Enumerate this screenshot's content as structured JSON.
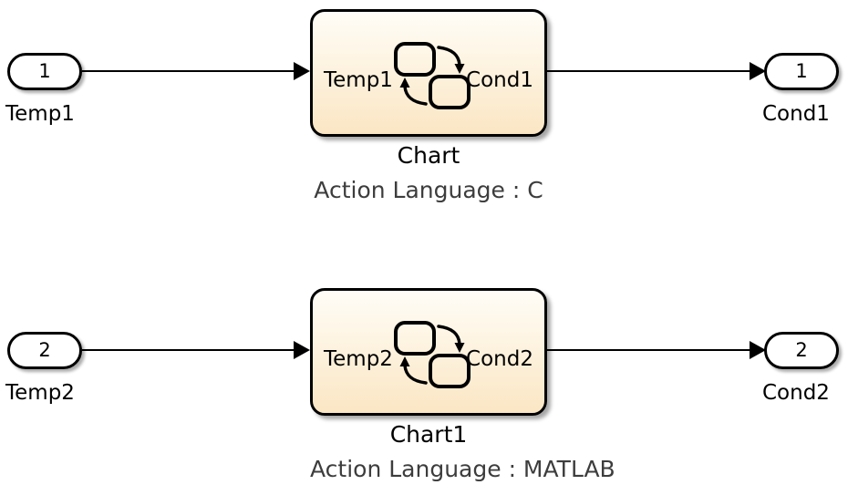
{
  "diagram": {
    "type": "simulink-stateflow-model",
    "background_color": "#ffffff",
    "block_fill_top": "#fffdf7",
    "block_fill_bottom": "#fbe6c4",
    "border_color": "#000000",
    "caption_color": "#000000",
    "subcaption_color": "#3d3d3d"
  },
  "rows": [
    {
      "inport": {
        "number": "1",
        "label": "Temp1",
        "icon": "inport-pill"
      },
      "chart": {
        "input_label": "Temp1",
        "output_label": "Cond1",
        "icon": "stateflow-chart-icon",
        "name": "Chart",
        "subtitle": "Action Language : C"
      },
      "outport": {
        "number": "1",
        "label": "Cond1",
        "icon": "outport-pill"
      }
    },
    {
      "inport": {
        "number": "2",
        "label": "Temp2",
        "icon": "inport-pill"
      },
      "chart": {
        "input_label": "Temp2",
        "output_label": "Cond2",
        "icon": "stateflow-chart-icon",
        "name": "Chart1",
        "subtitle": "Action Language : MATLAB"
      },
      "outport": {
        "number": "2",
        "label": "Cond2",
        "icon": "outport-pill"
      }
    }
  ]
}
